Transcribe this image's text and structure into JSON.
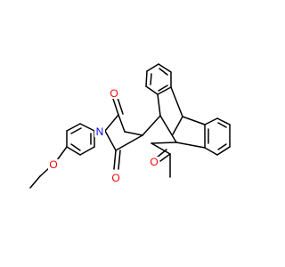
{
  "molecule": {
    "atom_labels": {
      "oxygen_upper_carbonyl": "O",
      "oxygen_lower_carbonyl": "O",
      "nitrogen_imide": "N",
      "oxygen_acetyl": "O",
      "oxygen_ethoxy": "O"
    }
  },
  "colors": {
    "bond": "#000000",
    "oxygen": "#ff0000",
    "nitrogen": "#0000ff",
    "background": "#ffffff"
  }
}
